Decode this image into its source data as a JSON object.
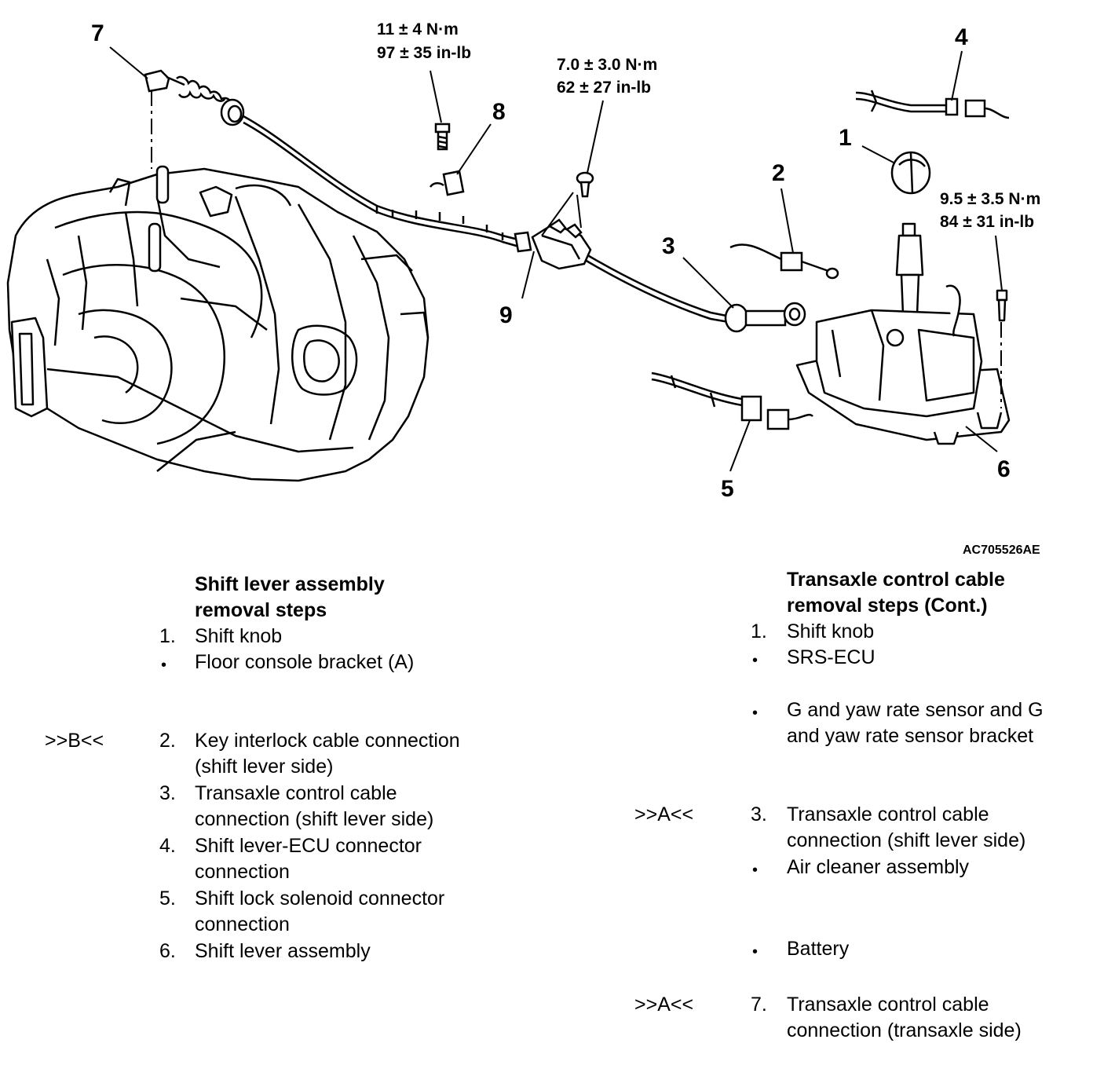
{
  "diagram": {
    "callouts": [
      "1",
      "2",
      "3",
      "4",
      "5",
      "6",
      "7",
      "8",
      "9"
    ],
    "torques": {
      "bolt_8": [
        "11 ± 4 N·m",
        "97 ± 35 in-lb"
      ],
      "bracket_9": [
        "7.0 ± 3.0 N·m",
        "62 ± 27 in-lb"
      ],
      "lever_6": [
        "9.5 ± 3.5 N·m",
        "84 ± 31 in-lb"
      ]
    },
    "figure_id": "AC705526AE"
  },
  "left_steps": {
    "title_lines": [
      "Shift lever assembly",
      "removal steps"
    ],
    "items": [
      {
        "mark": "",
        "num": "1.",
        "lines": [
          "Shift knob"
        ]
      },
      {
        "mark": "",
        "num": "•",
        "lines": [
          "Floor console bracket (A)"
        ]
      },
      {
        "mark": ">>B<<",
        "num": "2.",
        "lines": [
          "Key interlock cable connection",
          "(shift lever side)"
        ]
      },
      {
        "mark": "",
        "num": "3.",
        "lines": [
          "Transaxle control cable",
          "connection (shift lever side)"
        ]
      },
      {
        "mark": "",
        "num": "4.",
        "lines": [
          "Shift lever-ECU connector",
          "connection"
        ]
      },
      {
        "mark": "",
        "num": "5.",
        "lines": [
          "Shift lock solenoid connector",
          "connection"
        ]
      },
      {
        "mark": "",
        "num": "6.",
        "lines": [
          "Shift lever assembly"
        ]
      }
    ]
  },
  "right_steps": {
    "title_lines": [
      "Transaxle control cable",
      "removal steps (Cont.)"
    ],
    "items": [
      {
        "mark": "",
        "num": "1.",
        "lines": [
          "Shift knob"
        ]
      },
      {
        "mark": "",
        "num": "•",
        "lines": [
          "SRS-ECU"
        ]
      },
      {
        "mark": "",
        "num": "•",
        "lines": [
          "G and yaw rate sensor and G",
          "and yaw rate sensor bracket"
        ]
      },
      {
        "mark": ">>A<<",
        "num": "3.",
        "lines": [
          "Transaxle control cable",
          "connection (shift lever side)"
        ]
      },
      {
        "mark": "",
        "num": "•",
        "lines": [
          "Air cleaner assembly"
        ]
      },
      {
        "mark": "",
        "num": "•",
        "lines": [
          "Battery"
        ]
      },
      {
        "mark": ">>A<<",
        "num": "7.",
        "lines": [
          "Transaxle control cable",
          "connection (transaxle  side)"
        ]
      }
    ]
  }
}
